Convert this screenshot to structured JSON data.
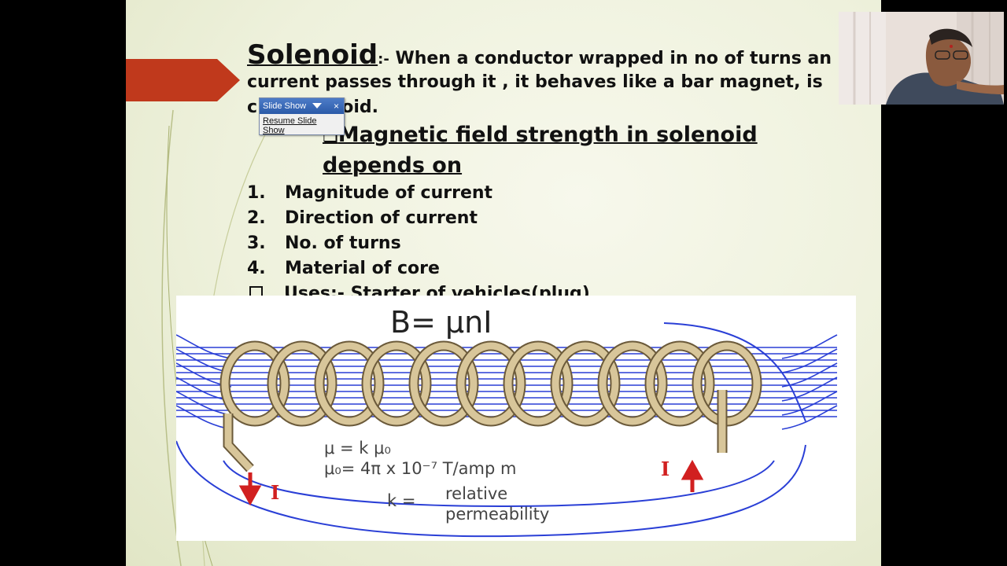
{
  "slide": {
    "title_word": "Solenoid",
    "title_separator": ":-",
    "title_rest_line1": " When a conductor wrapped in no of turns an",
    "title_line2": "current passes through it , it behaves like a bar magnet, is",
    "title_line3_visible": "c          enoid.",
    "subheading_prefix": "❑",
    "subheading_line1": "Magnetic field strength in solenoid",
    "subheading_line2": "depends on",
    "list": [
      {
        "num": "1.",
        "text": "Magnitude of current"
      },
      {
        "num": "2.",
        "text": "Direction of current"
      },
      {
        "num": "3.",
        "text": "No. of turns"
      },
      {
        "num": "4.",
        "text": "Material of core"
      }
    ],
    "uses_text": "Uses:- Starter of vehicles(plug)"
  },
  "diagram": {
    "formula_main": "B= μnI",
    "formula_mu": "μ = k μ₀",
    "formula_mu0": "μ₀= 4π x 10⁻⁷ T/amp m",
    "formula_k": "k =",
    "relative_line1": "relative",
    "relative_line2": "permeability",
    "current_label_left": "I",
    "current_label_right": "I",
    "colors": {
      "field_lines": "#2a3fd6",
      "coil": "#d8c69a",
      "arrow": "#d12020"
    }
  },
  "popup": {
    "title": "Slide Show",
    "close_glyph": "×",
    "resume_label": "Resume Slide Show"
  },
  "colors": {
    "accent_arrow": "#c0391c",
    "slide_bg": "#eef1dc"
  }
}
